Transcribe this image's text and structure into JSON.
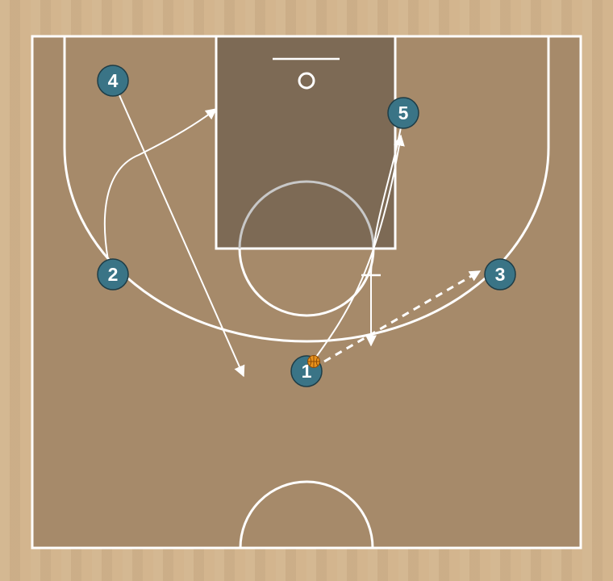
{
  "diagram": {
    "type": "basketball-half-court-play",
    "colors": {
      "court_surface": "#a68a6a",
      "paint": "#7d6a55",
      "lines": "#ffffff",
      "player_fill": "#3a7486",
      "player_text": "#ffffff",
      "ball": "#e8921c"
    },
    "players": [
      {
        "label": "1",
        "has_ball": true
      },
      {
        "label": "2",
        "has_ball": false
      },
      {
        "label": "3",
        "has_ball": false
      },
      {
        "label": "4",
        "has_ball": false
      },
      {
        "label": "5",
        "has_ball": false
      }
    ],
    "actions": [
      {
        "type": "cut",
        "from": "4"
      },
      {
        "type": "cut",
        "from": "2"
      },
      {
        "type": "dribble",
        "from": "1"
      },
      {
        "type": "cut",
        "from": "1"
      },
      {
        "type": "screen",
        "from": "5"
      }
    ]
  }
}
